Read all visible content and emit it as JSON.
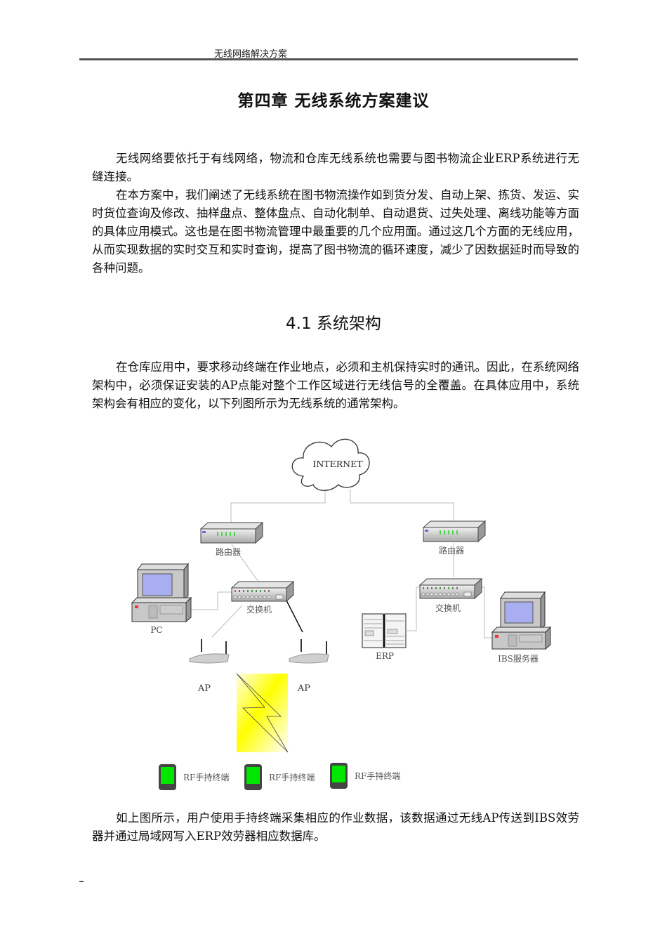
{
  "header": {
    "running_title": "无线网络解决方案"
  },
  "chapter": {
    "title": "第四章  无线系统方案建议"
  },
  "intro": {
    "paragraphs": [
      "无线网络要依托于有线网络，物流和仓库无线系统也需要与图书物流企业ERP系统进行无缝连接。",
      "在本方案中，我们阐述了无线系统在图书物流操作如到货分发、自动上架、拣货、发运、实时货位查询及修改、抽样盘点、整体盘点、自动化制单、自动退货、过失处理、离线功能等方面的具体应用模式。这也是在图书物流管理中最重要的几个应用面。通过这几个方面的无线应用，从而实现数据的实时交互和实时查询，提高了图书物流的循环速度，减少了因数据延时而导致的各种问题。"
    ]
  },
  "section": {
    "title": "4.1 系统架构",
    "paragraphs": [
      "在仓库应用中，要求移动终端在作业地点，必须和主机保持实时的通讯。因此，在系统网络架构中，必须保证安装的AP点能对整个工作区域进行无线信号的全覆盖。在具体应用中，系统架构会有相应的变化，以下列图所示为无线系统的通常架构。",
      "如上图所示，用户使用手持终端采集相应的作业数据，该数据通过无线AP传送到IBS效劳器并通过局域网写入ERP效劳器相应数据库。"
    ]
  },
  "diagram": {
    "internet_label": "INTERNET",
    "router_left_label": "路由器",
    "router_right_label": "路由器",
    "switch_left_label": "交换机",
    "switch_right_label": "交换机",
    "pc_label": "PC",
    "erp_label": "ERP",
    "ibs_label": "IBS服务器",
    "ap_left_label": "AP",
    "ap_right_label": "AP",
    "handhelds": [
      "RF手持终端",
      "RF手持终端",
      "RF手持终端"
    ],
    "colors": {
      "handheld_screen": "#00e600",
      "signal": "#ffff00",
      "monitor_screen": "#a8aef0",
      "led_green": "#33cc33"
    }
  },
  "footer": {
    "mark": "-"
  }
}
